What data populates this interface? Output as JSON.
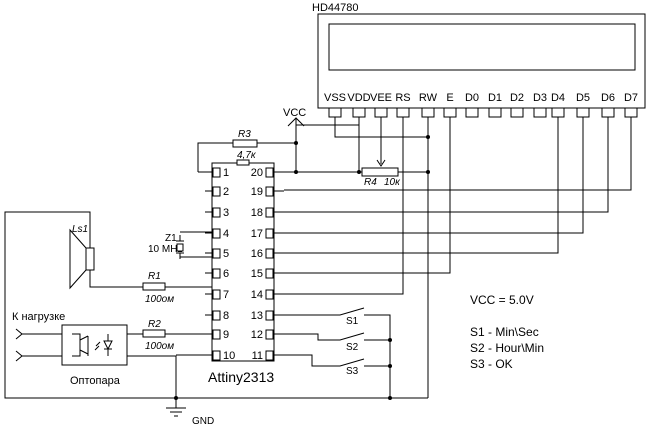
{
  "lcd": {
    "title": "HD44780",
    "pins": [
      "VSS",
      "VDD",
      "VEE",
      "RS",
      "RW",
      "E",
      "D0",
      "D1",
      "D2",
      "D3",
      "D4",
      "D5",
      "D6",
      "D7"
    ]
  },
  "vcc_label": "VCC",
  "gnd_label": "GND",
  "mcu": {
    "name": "Attiny2313",
    "left_pins": [
      "1",
      "2",
      "3",
      "4",
      "5",
      "6",
      "7",
      "8",
      "9",
      "10"
    ],
    "right_pins": [
      "20",
      "19",
      "18",
      "17",
      "16",
      "15",
      "14",
      "13",
      "12",
      "11"
    ]
  },
  "r3": {
    "name": "R3",
    "value": "4,7к"
  },
  "r4": {
    "name": "R4",
    "value": "10к"
  },
  "r1": {
    "name": "R1",
    "value": "100ом"
  },
  "r2": {
    "name": "R2",
    "value": "100ом"
  },
  "crystal": {
    "name": "Z1",
    "value": "10 MHz"
  },
  "speaker": {
    "name": "Ls1"
  },
  "load_label": "К нагрузке",
  "optocoupler_label": "Оптопара",
  "switches": [
    "S1",
    "S2",
    "S3"
  ],
  "notes": [
    "VCC = 5.0V",
    "S1 - Min\\Sec",
    "S2 - Hour\\Min",
    "S3 - OK"
  ]
}
